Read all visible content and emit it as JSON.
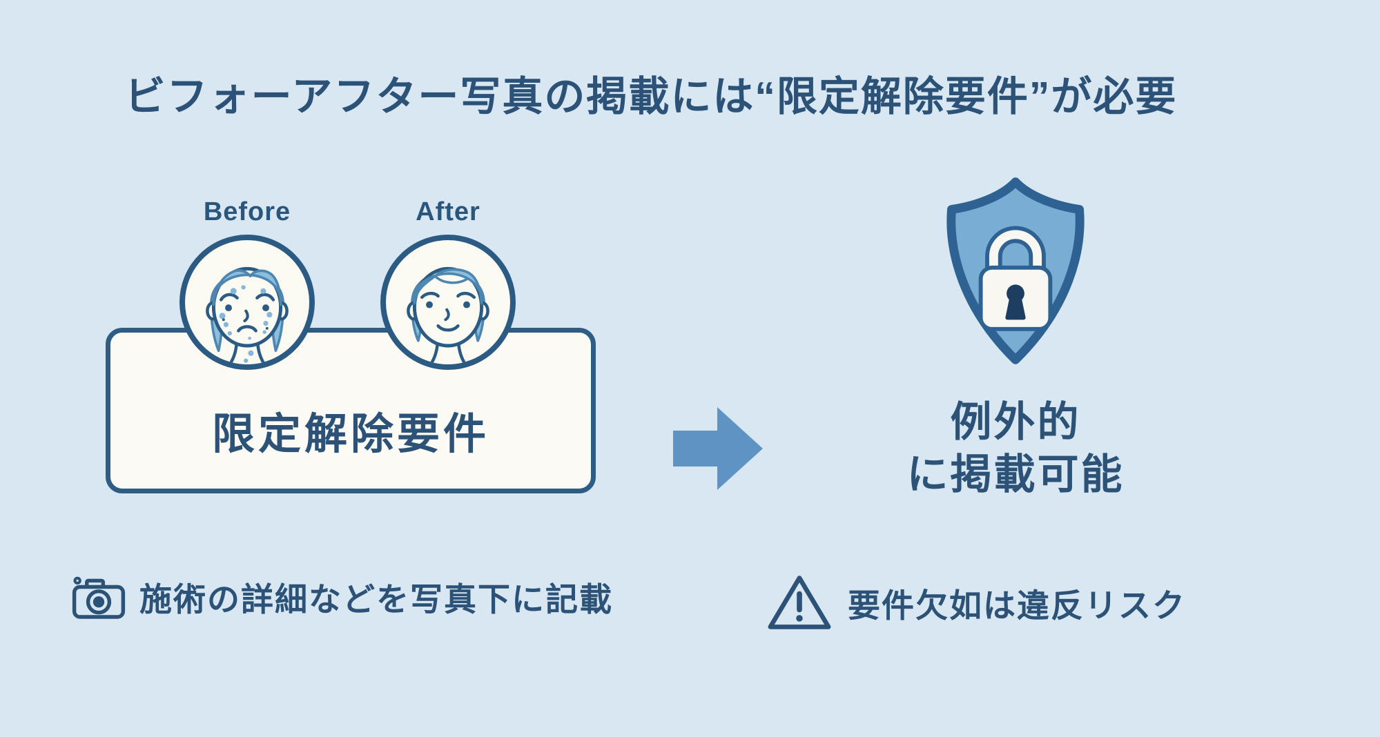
{
  "header": {
    "title": "ビフォーアフター写真の掲載には“限定解除要件”が必要"
  },
  "panel": {
    "before_label": "Before",
    "after_label": "After",
    "box_label": "限定解除要件"
  },
  "result": {
    "line1": "例外的",
    "line2": "に掲載可能"
  },
  "notes": [
    {
      "icon": "camera-icon",
      "text": "施術の詳細などを写真下に記載"
    },
    {
      "icon": "warning-triangle-icon",
      "text": "要件欠如は違反リスク"
    }
  ],
  "icons": {
    "before_portrait": "sad-face-acne-icon",
    "after_portrait": "smiling-face-icon",
    "arrow": "right-arrow-icon",
    "shield": "shield-lock-icon"
  },
  "colors": {
    "background": "#d8e7f2",
    "text_navy": "#2c5277",
    "outline_navy": "#2b5a82",
    "box_fill": "#fbfaf4",
    "arrow_blue": "#5e93c3",
    "shield_fill": "#7aadd4",
    "shield_border": "#2e6293",
    "hair_blue": "#8cbedd",
    "acne_blue": "#85b7da"
  }
}
